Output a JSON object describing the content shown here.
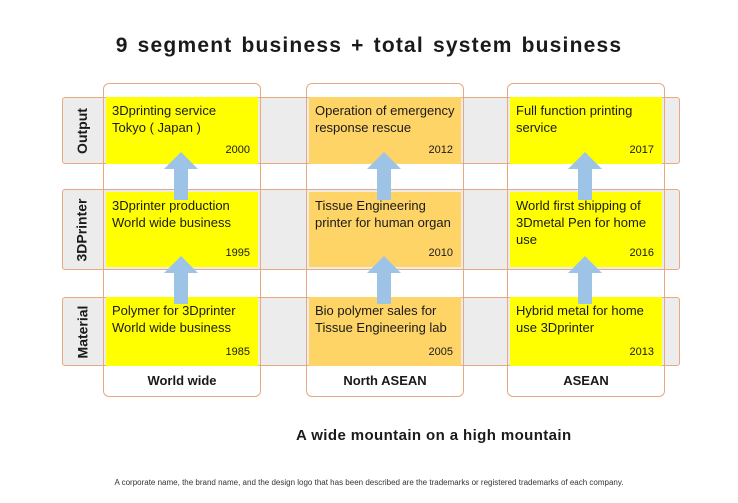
{
  "title": "9 segment business + total system business",
  "rows": [
    {
      "label": "Output"
    },
    {
      "label": "3DPrinter"
    },
    {
      "label": "Material"
    }
  ],
  "columns": [
    {
      "label": "World wide"
    },
    {
      "label": "North ASEAN"
    },
    {
      "label": "ASEAN"
    }
  ],
  "cells": [
    {
      "text": "3Dprinting service Tokyo ( Japan )",
      "year": "2000",
      "color": "#ffff00"
    },
    {
      "text": "Operation of emergency response rescue",
      "year": "2012",
      "color": "#ffd466"
    },
    {
      "text": "Full function printing service",
      "year": "2017",
      "color": "#ffff00"
    },
    {
      "text": "3Dprinter production World wide business",
      "year": "1995",
      "color": "#ffff00"
    },
    {
      "text": "Tissue Engineering printer for human organ",
      "year": "2010",
      "color": "#ffd466"
    },
    {
      "text": "World first shipping of 3Dmetal Pen for home use",
      "year": "2016",
      "color": "#ffff00"
    },
    {
      "text": "Polymer for 3Dprinter World wide business",
      "year": "1985",
      "color": "#ffff00"
    },
    {
      "text": "Bio polymer sales for Tissue Engineering lab",
      "year": "2005",
      "color": "#ffd466"
    },
    {
      "text": "Hybrid metal for home use 3Dprinter",
      "year": "2013",
      "color": "#ffff00"
    }
  ],
  "arrow_color": "#9dc3e6",
  "subtitle": "A wide mountain on a high mountain",
  "footer": "A corporate name, the brand name, and the design logo that has been described are the trademarks or registered trademarks of each company."
}
